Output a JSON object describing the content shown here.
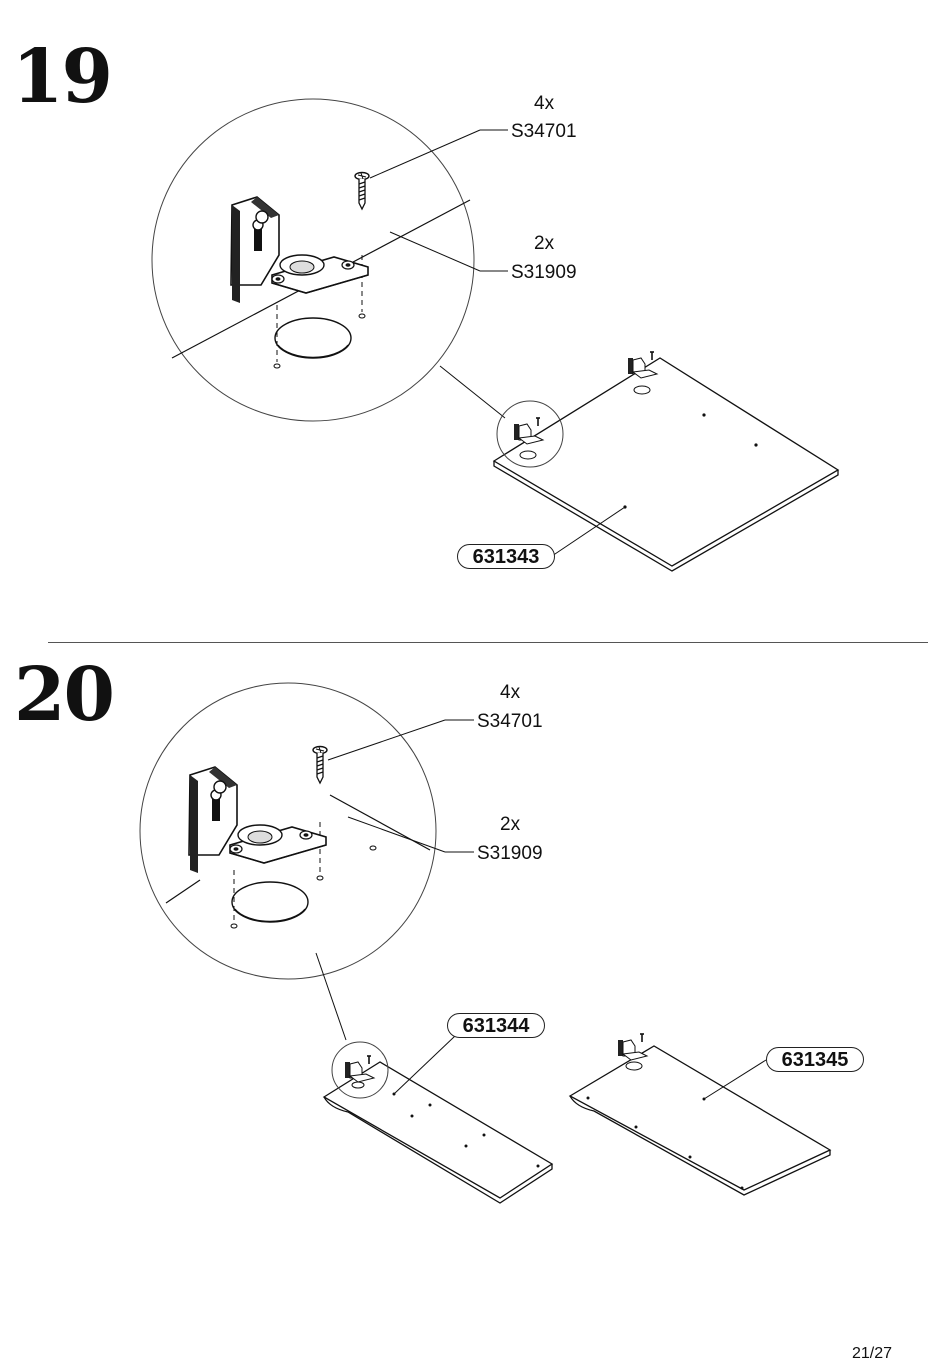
{
  "steps": [
    {
      "number": "19",
      "hardware": [
        {
          "qty": "4x",
          "code": "S34701",
          "icon": "screw-icon"
        },
        {
          "qty": "2x",
          "code": "S31909",
          "icon": "hinge-icon"
        }
      ],
      "parts": [
        "631343"
      ]
    },
    {
      "number": "20",
      "hardware": [
        {
          "qty": "4x",
          "code": "S34701",
          "icon": "screw-icon"
        },
        {
          "qty": "2x",
          "code": "S31909",
          "icon": "hinge-icon"
        }
      ],
      "parts": [
        "631344",
        "631345"
      ]
    }
  ],
  "page": "21/27"
}
